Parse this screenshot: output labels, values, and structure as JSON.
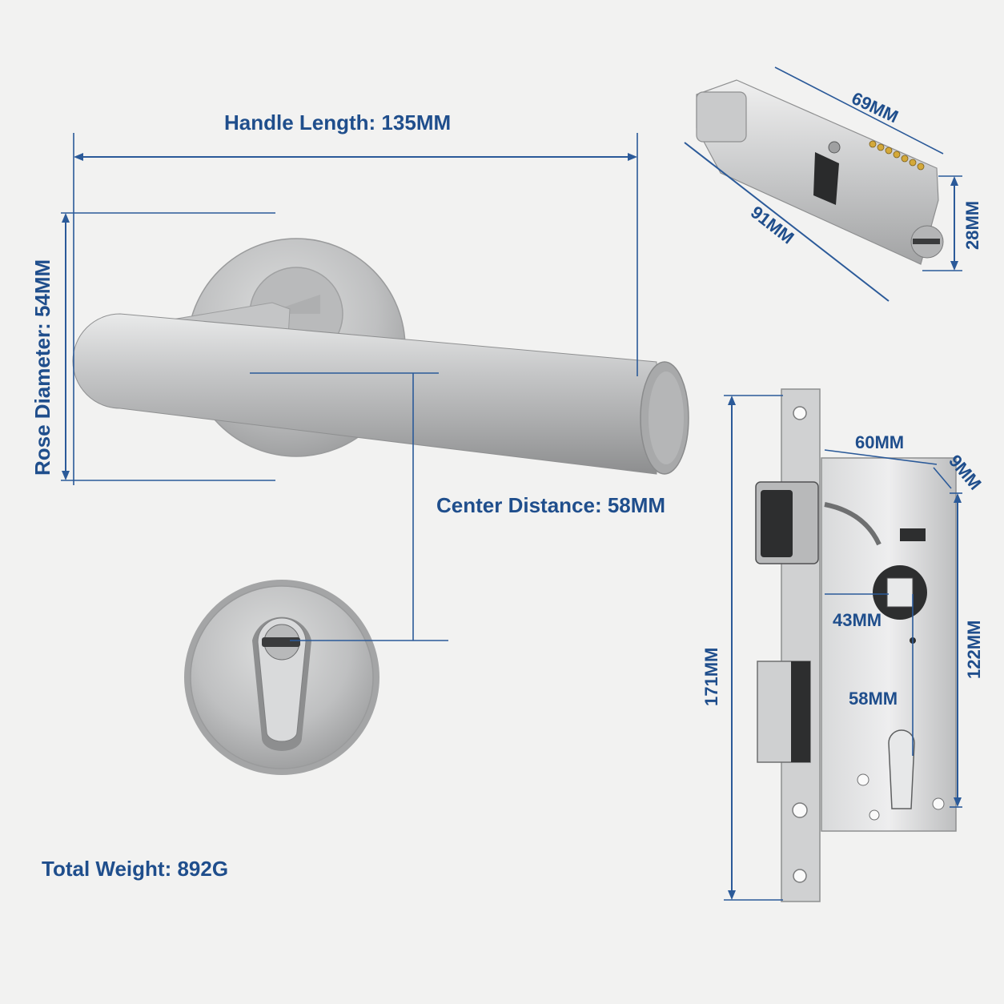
{
  "labels": {
    "handle_length": "Handle Length:  135MM",
    "rose_diameter": "Rose Diameter:  54MM",
    "center_distance": "Center Distance:  58MM",
    "total_weight": "Total Weight:  892G",
    "cyl_length": "69MM",
    "cyl_total": "91MM",
    "cyl_height": "28MM",
    "lock_width": "60MM",
    "faceplate_depth": "9MM",
    "lock_height": "171MM",
    "body_height": "122MM",
    "backset": "43MM",
    "lock_center": "58MM"
  },
  "colors": {
    "label": "#1f4e8c",
    "dimension_line": "#2b5a99",
    "background": "#f2f2f1",
    "steel": "#c9cacb"
  }
}
